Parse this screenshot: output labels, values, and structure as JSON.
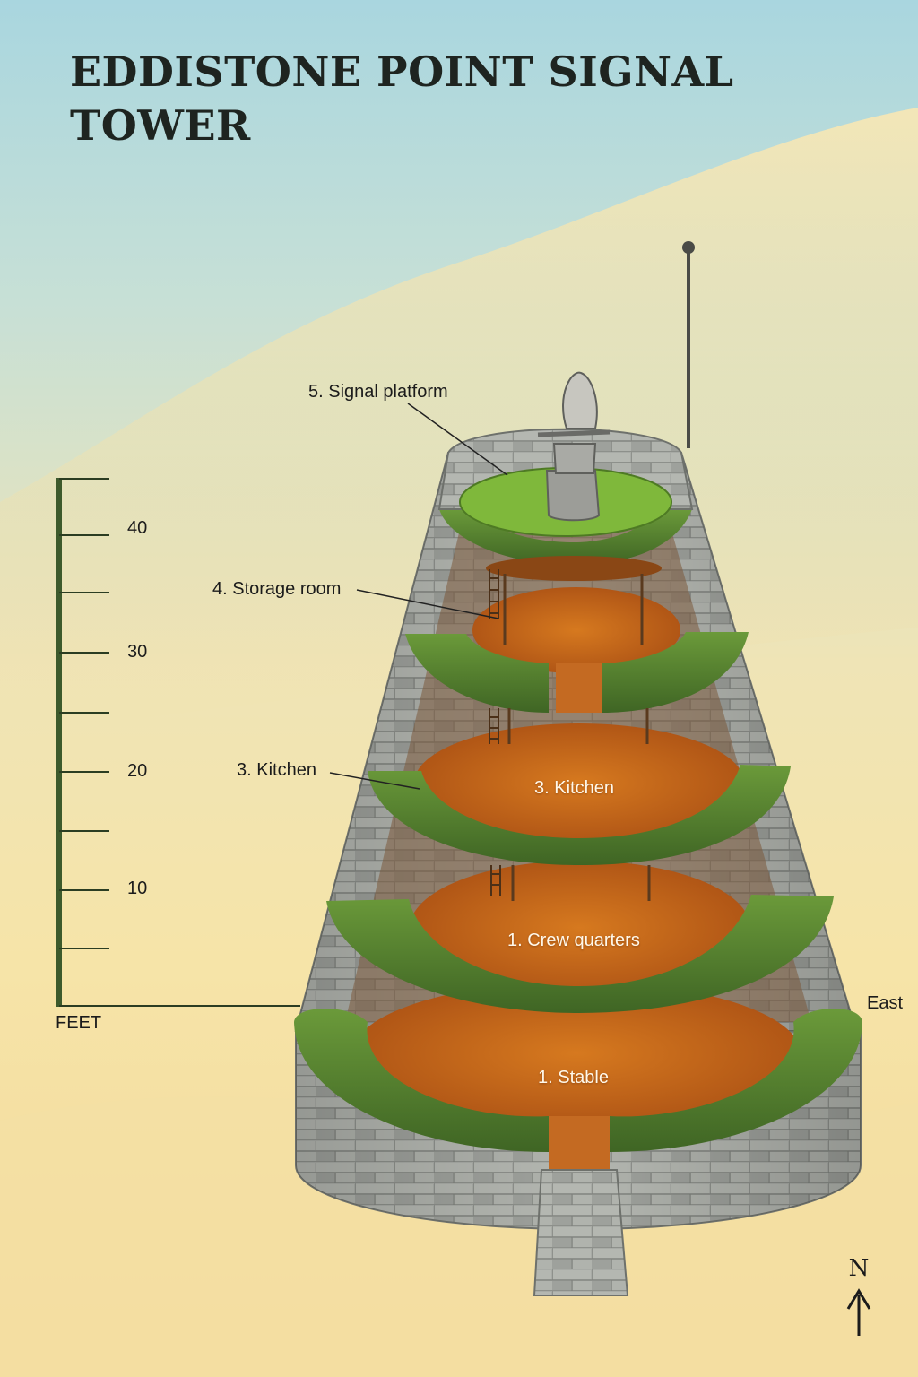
{
  "title": "EDDISTONE POINT SIGNAL TOWER",
  "scale": {
    "unit": "FEET",
    "ticks": [
      "40",
      "30",
      "20",
      "10"
    ]
  },
  "callouts": {
    "signal_platform": "5. Signal platform",
    "storage_room": "4. Storage room",
    "kitchen": "3. Kitchen"
  },
  "floor_labels": {
    "kitchen": "3. Kitchen",
    "crew_quarters": "1. Crew quarters",
    "stable": "1. Stable"
  },
  "direction_label": "East",
  "compass": {
    "letter": "N",
    "icon": "north-arrow-icon"
  },
  "colors": {
    "stone": "#a6a9a4",
    "ledge_green": "#5f8a36",
    "floor_wood": "#c8681e",
    "grass": "#7fb83b",
    "scale_green": "#3d5a2c"
  }
}
